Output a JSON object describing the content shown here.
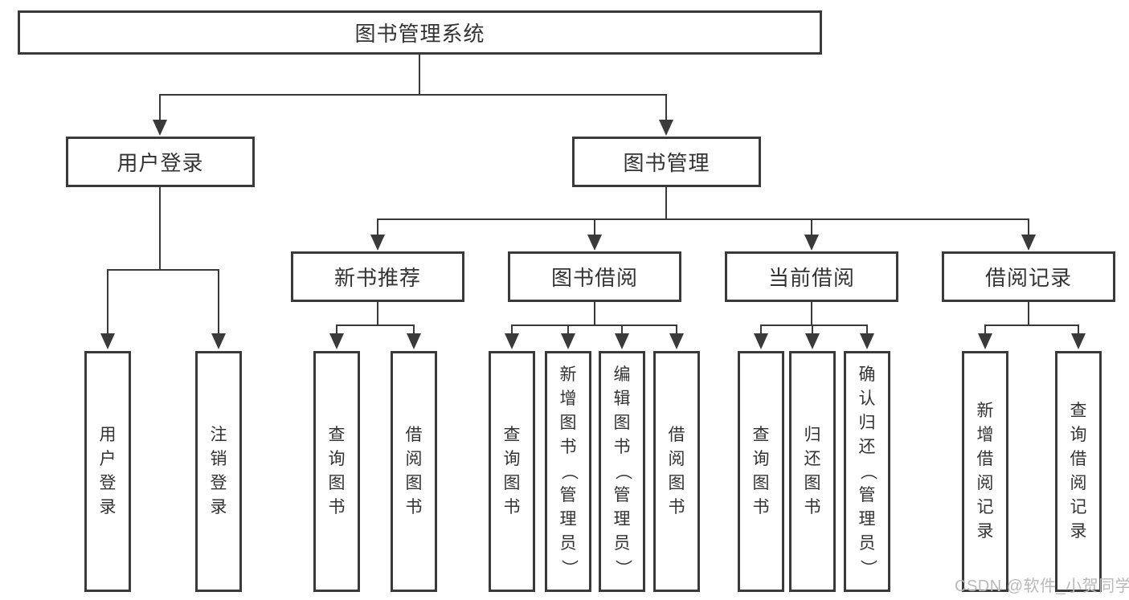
{
  "page": {
    "watermark": "CSDN @软件_小贺同学"
  },
  "colors": {
    "line": "#3a3a3a",
    "text": "#333333",
    "watermark": "#b9b9b9",
    "background": "#ffffff"
  },
  "tree": {
    "root": {
      "label": "图书管理系统"
    },
    "level2": [
      {
        "label": "用户登录",
        "parent": "图书管理系统"
      },
      {
        "label": "图书管理",
        "parent": "图书管理系统"
      }
    ],
    "level3": [
      {
        "label": "新书推荐",
        "parent": "图书管理"
      },
      {
        "label": "图书借阅",
        "parent": "图书管理"
      },
      {
        "label": "当前借阅",
        "parent": "图书管理"
      },
      {
        "label": "借阅记录",
        "parent": "图书管理"
      }
    ],
    "leaves": [
      {
        "label": "用户登录",
        "parent": "用户登录"
      },
      {
        "label": "注销登录",
        "parent": "用户登录"
      },
      {
        "label": "查询图书",
        "parent": "新书推荐"
      },
      {
        "label": "借阅图书",
        "parent": "新书推荐"
      },
      {
        "label": "查询图书",
        "parent": "图书借阅"
      },
      {
        "label": "新增图书（管理员）",
        "parent": "图书借阅"
      },
      {
        "label": "编辑图书（管理员）",
        "parent": "图书借阅"
      },
      {
        "label": "借阅图书",
        "parent": "图书借阅"
      },
      {
        "label": "查询图书",
        "parent": "当前借阅"
      },
      {
        "label": "归还图书",
        "parent": "当前借阅"
      },
      {
        "label": "确认归还（管理员）",
        "parent": "当前借阅"
      },
      {
        "label": "新增借阅记录",
        "parent": "借阅记录"
      },
      {
        "label": "查询借阅记录",
        "parent": "借阅记录"
      }
    ]
  }
}
